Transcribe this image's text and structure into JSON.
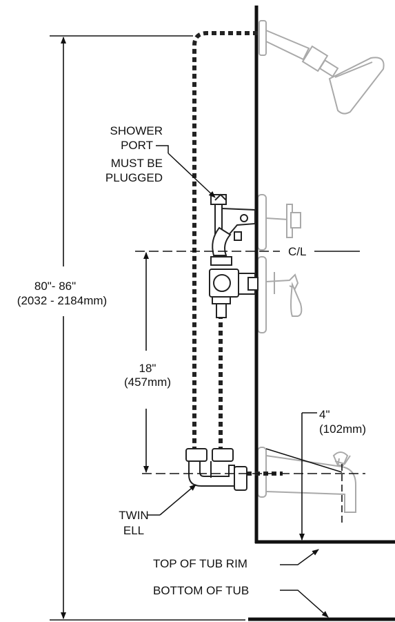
{
  "labels": {
    "shower_port_lines": [
      "SHOWER",
      "PORT",
      "MUST BE",
      "PLUGGED"
    ],
    "centerline": "C/L",
    "total_height_lines": [
      "80\"- 86\"",
      "(2032 - 2184mm)"
    ],
    "valve_height_lines": [
      "18\"",
      "(457mm)"
    ],
    "spout_offset_lines": [
      "4\"",
      "(102mm)"
    ],
    "twin_ell_lines": [
      "TWIN",
      "ELL"
    ],
    "top_of_tub_rim": "TOP OF TUB RIM",
    "bottom_of_tub": "BOTTOM OF TUB"
  },
  "colors": {
    "line": "#111111",
    "fixture_outline": "#a9a9a9",
    "pipe": "#222222",
    "background": "#ffffff"
  }
}
